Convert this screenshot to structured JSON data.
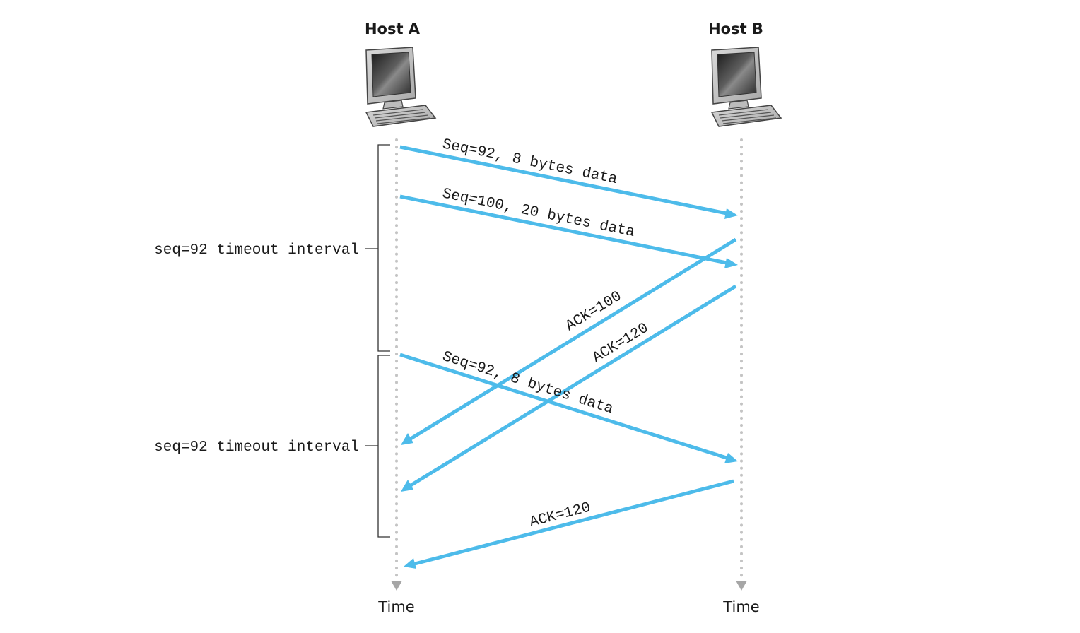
{
  "hosts": {
    "a": {
      "label": "Host A",
      "icon": "computer-icon"
    },
    "b": {
      "label": "Host B",
      "icon": "computer-icon"
    }
  },
  "time_labels": {
    "a": "Time",
    "b": "Time"
  },
  "timeouts": [
    {
      "label": "seq=92 timeout interval"
    },
    {
      "label": "seq=92 timeout interval"
    }
  ],
  "messages": [
    {
      "label": "Seq=92, 8 bytes data",
      "direction": "A-to-B"
    },
    {
      "label": "Seq=100, 20 bytes data",
      "direction": "A-to-B"
    },
    {
      "label": "ACK=100",
      "direction": "B-to-A"
    },
    {
      "label": "ACK=120",
      "direction": "B-to-A"
    },
    {
      "label": "Seq=92, 8 bytes data",
      "direction": "A-to-B"
    },
    {
      "label": "ACK=120",
      "direction": "B-to-A"
    }
  ],
  "colors": {
    "message_arrow": "#4dbbea",
    "timeline": "#c4c4c4"
  }
}
